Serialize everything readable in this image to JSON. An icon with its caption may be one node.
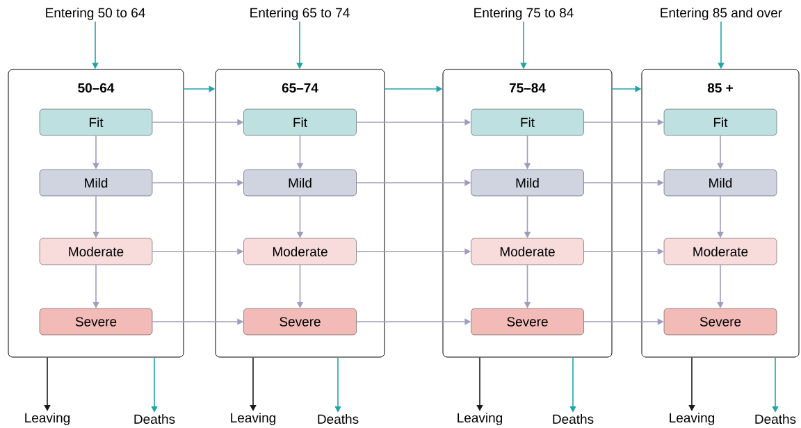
{
  "diagram": {
    "nodes": [
      {
        "text": [
          "Entering 50 to 64"
        ]
      },
      {
        "text": [
          "Entering 65 to 74"
        ]
      },
      {
        "text": [
          "Entering 75 to 84"
        ]
      },
      {
        "text": [
          "Entering 85 and over"
        ]
      },
      {
        "text": [
          "50–64"
        ]
      },
      {
        "text": [
          "Fit"
        ],
        "in": 4
      },
      {
        "text": [
          "Mild"
        ],
        "in": 4
      },
      {
        "text": [
          "Moderate"
        ],
        "in": 4
      },
      {
        "text": [
          "Severe"
        ],
        "in": 4
      },
      {
        "text": [
          "65–74"
        ]
      },
      {
        "text": [
          "Fit"
        ],
        "in": 9
      },
      {
        "text": [
          "Mild"
        ],
        "in": 9
      },
      {
        "text": [
          "Moderate"
        ],
        "in": 9
      },
      {
        "text": [
          "Severe"
        ],
        "in": 9
      },
      {
        "text": [
          "75–84"
        ]
      },
      {
        "text": [
          "Fit"
        ],
        "in": 14
      },
      {
        "text": [
          "Mild"
        ],
        "in": 14
      },
      {
        "text": [
          "Moderate"
        ],
        "in": 14
      },
      {
        "text": [
          "Severe"
        ],
        "in": 14
      },
      {
        "text": [
          "85 +"
        ]
      },
      {
        "text": [
          "Fit"
        ],
        "in": 19
      },
      {
        "text": [
          "Mild"
        ],
        "in": 19
      },
      {
        "text": [
          "Moderate"
        ],
        "in": 19
      },
      {
        "text": [
          "Severe"
        ],
        "in": 19
      },
      {
        "text": [
          "Leaving"
        ]
      },
      {
        "text": [
          "Deaths"
        ]
      },
      {
        "text": [
          "Leaving"
        ]
      },
      {
        "text": [
          "Deaths"
        ]
      },
      {
        "text": [
          "Leaving"
        ]
      },
      {
        "text": [
          "Deaths"
        ]
      },
      {
        "text": [
          "Leaving"
        ]
      },
      {
        "text": [
          "Deaths"
        ]
      }
    ],
    "edges": [
      {
        "from": 0,
        "to": 4,
        "arrow": "to",
        "color": "#1fa5a8"
      },
      {
        "from": 1,
        "to": 9,
        "arrow": "to",
        "color": "#1fa5a8"
      },
      {
        "from": 2,
        "to": 14,
        "arrow": "to",
        "color": "#1fa5a8"
      },
      {
        "from": 3,
        "to": 19,
        "arrow": "to",
        "color": "#1fa5a8"
      },
      {
        "from": 4,
        "to": 9,
        "arrow": "to",
        "color": "#1fa5a8"
      },
      {
        "from": 9,
        "to": 14,
        "arrow": "to",
        "color": "#1fa5a8"
      },
      {
        "from": 14,
        "to": 19,
        "arrow": "to",
        "color": "#1fa5a8"
      },
      {
        "from": 5,
        "to": 6,
        "arrow": "to"
      },
      {
        "from": 6,
        "to": 7,
        "arrow": "to"
      },
      {
        "from": 7,
        "to": 8,
        "arrow": "to"
      },
      {
        "from": 10,
        "to": 11,
        "arrow": "to"
      },
      {
        "from": 11,
        "to": 12,
        "arrow": "to"
      },
      {
        "from": 12,
        "to": 13,
        "arrow": "to"
      },
      {
        "from": 15,
        "to": 16,
        "arrow": "to"
      },
      {
        "from": 16,
        "to": 17,
        "arrow": "to"
      },
      {
        "from": 17,
        "to": 18,
        "arrow": "to"
      },
      {
        "from": 20,
        "to": 21,
        "arrow": "to"
      },
      {
        "from": 21,
        "to": 22,
        "arrow": "to"
      },
      {
        "from": 22,
        "to": 23,
        "arrow": "to"
      },
      {
        "from": 5,
        "to": 10,
        "arrow": "to"
      },
      {
        "from": 6,
        "to": 11,
        "arrow": "to"
      },
      {
        "from": 7,
        "to": 12,
        "arrow": "to"
      },
      {
        "from": 8,
        "to": 13,
        "arrow": "to"
      },
      {
        "from": 10,
        "to": 15,
        "arrow": "to"
      },
      {
        "from": 11,
        "to": 16,
        "arrow": "to"
      },
      {
        "from": 12,
        "to": 17,
        "arrow": "to"
      },
      {
        "from": 13,
        "to": 18,
        "arrow": "to"
      },
      {
        "from": 15,
        "to": 20,
        "arrow": "to"
      },
      {
        "from": 16,
        "to": 21,
        "arrow": "to"
      },
      {
        "from": 17,
        "to": 22,
        "arrow": "to"
      },
      {
        "from": 18,
        "to": 23,
        "arrow": "to"
      },
      {
        "from": 4,
        "to": 24,
        "arrow": "to",
        "color": "#1a1a1a"
      },
      {
        "from": 4,
        "to": 25,
        "arrow": "to",
        "color": "#1fa5a8"
      },
      {
        "from": 9,
        "to": 26,
        "arrow": "to",
        "color": "#1a1a1a"
      },
      {
        "from": 9,
        "to": 27,
        "arrow": "to",
        "color": "#1fa5a8"
      },
      {
        "from": 14,
        "to": 28,
        "arrow": "to",
        "color": "#1a1a1a"
      },
      {
        "from": 14,
        "to": 29,
        "arrow": "to",
        "color": "#1fa5a8"
      },
      {
        "from": 19,
        "to": 30,
        "arrow": "to",
        "color": "#1a1a1a"
      },
      {
        "from": 19,
        "to": 31,
        "arrow": "to",
        "color": "#1fa5a8"
      }
    ]
  }
}
